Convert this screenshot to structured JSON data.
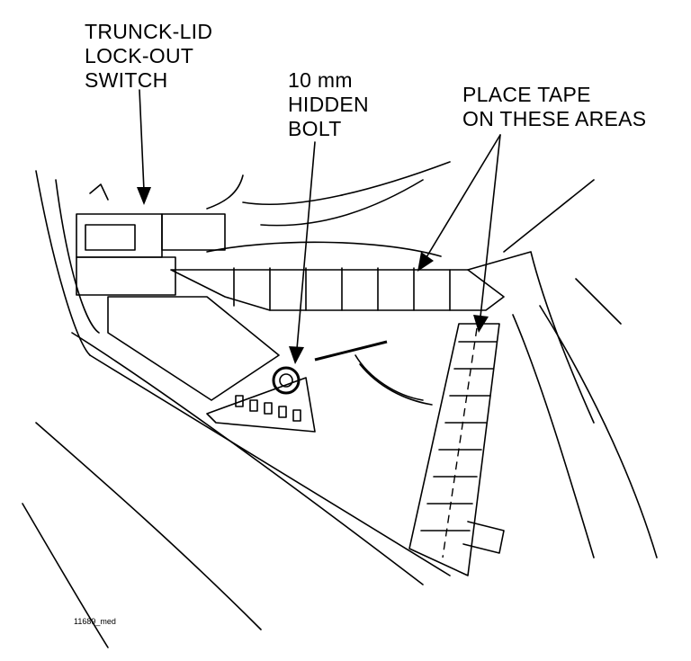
{
  "callouts": {
    "trunk_lid_switch": [
      "TRUNCK-LID",
      "LOCK-OUT",
      "SWITCH"
    ],
    "hidden_bolt": [
      "10 mm",
      "HIDDEN",
      "BOLT"
    ],
    "tape_areas": [
      "PLACE TAPE",
      "ON THESE AREAS"
    ]
  },
  "figure_id": "11689_med"
}
